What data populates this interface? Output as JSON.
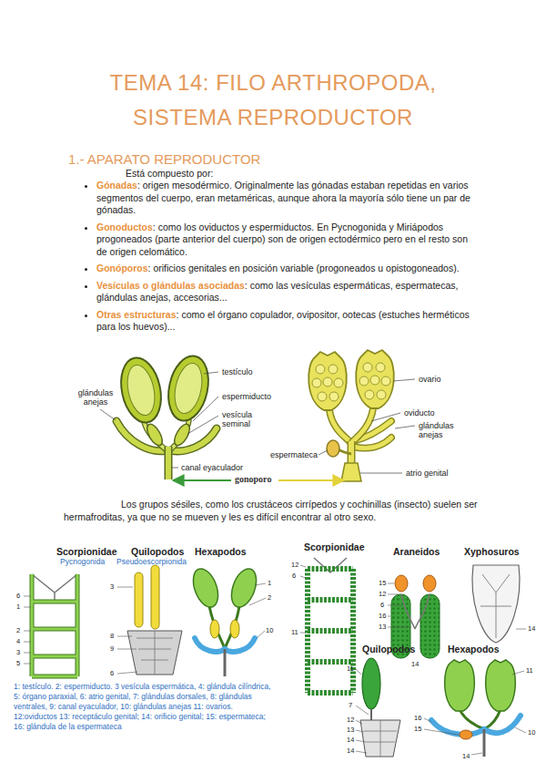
{
  "diagram": {
    "title": "TEMA 14: FILO ARTHROPODA, SISTEMA REPRODUCTOR",
    "labels": [
      "1.- APARATO REPRODUCTOR",
      "Está compuesto por:",
      "Gónadas",
      ": origen mesodérmico. Originalmente las gónadas estaban repetidas en varios segmentos del cuerpo, eran metaméricas, aunque ahora la mayoría sólo tiene un par de gónadas.",
      "Gonoductos",
      ": como los oviductos y espermiductos. En Pycnogonida y Miriápodos progoneados (parte anterior del cuerpo) son de origen ectodérmico pero en el resto son de origen celomático.",
      "Gonóporos",
      ": orificios genitales en posición variable (progoneados u opistogoneados).",
      "Vesículas o glándulas asociadas",
      ": como las vesículas espermáticas, espermatecas, glándulas anejas, accesorias...",
      "Otras estructuras",
      ": como el órgano copulador, ovipositor, ootecas (estuches herméticos para los huevos)...",
      "testículo",
      "glándulas anejas",
      "espermiducto",
      "vesícula seminal",
      "canal eyaculador",
      "gonoporo",
      "ovario",
      "oviducto",
      "glándulas anejas",
      "espermateca",
      "atrio genital",
      "Los grupos sésiles, como los crustáceos cirrípedos y cochinillas (insecto) suelen ser hermafroditas, ya que no se mueven y les es difícil encontrar al otro sexo.",
      "Scorpionidae",
      "Pycnogonida",
      "Quilopodos",
      "Pseudoescorpionida",
      "Hexapodos",
      "6",
      "1",
      "2",
      "4",
      "3",
      "5",
      "3",
      "8",
      "9",
      "6",
      "1",
      "2",
      "10",
      "1: testículo. 2: espermiducto. 3 vesícula espermática, 4: glándula cilíndrica, 5: órgano paraxial, 6: atrio genital, 7: glándulas dorsales, 8: glándulas ventrales, 9: canal eyaculador, 10: glándulas anejas 11: ovarios. 12:oviductos 13: receptáculo genital; 14: orificio genital; 15: espermateca; 16: glándula de la espermateca",
      "Scorpionidae",
      "Araneidos",
      "Xyphosuros",
      "12",
      "6",
      "11",
      "15",
      "12",
      "6",
      "16",
      "13",
      "14",
      "14",
      "Quilopodos",
      "Hexapodos",
      "11",
      "7",
      "12",
      "13",
      "14",
      "14",
      "11",
      "16",
      "15",
      "10",
      "14"
    ]
  }
}
